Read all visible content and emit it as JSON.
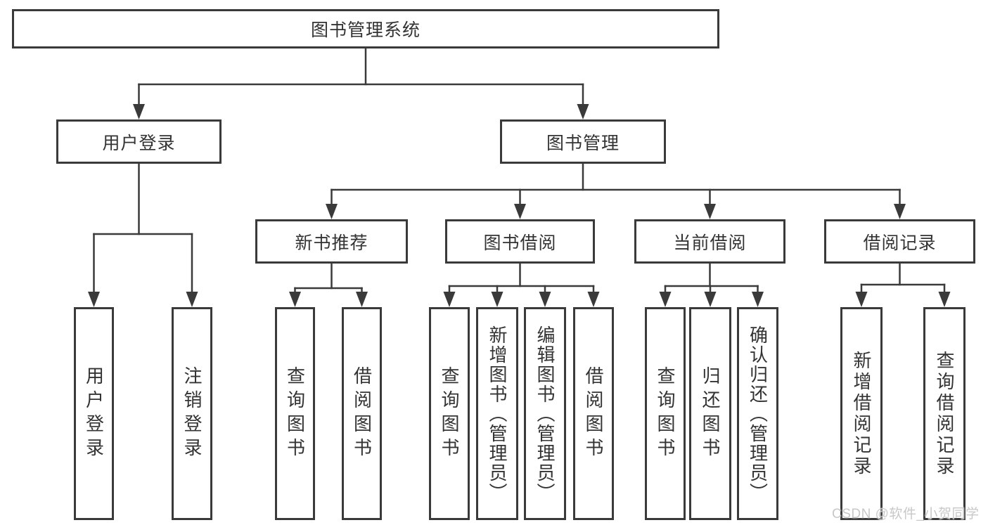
{
  "colors": {
    "line": "#3a3a3a",
    "text": "#333333",
    "background": "#ffffff",
    "watermark": "#c8c8c8"
  },
  "watermark": {
    "text": "CSDN @软件_小贺同学"
  },
  "diagram": {
    "type": "hierarchy-tree",
    "title": "图书管理系统",
    "root": {
      "id": "root",
      "label": "图书管理系统",
      "children": [
        {
          "id": "user-login",
          "label": "用户登录",
          "children": [
            {
              "id": "user-login-op",
              "label": "用户登录"
            },
            {
              "id": "logout-op",
              "label": "注销登录"
            }
          ]
        },
        {
          "id": "book-mgmt",
          "label": "图书管理",
          "children": [
            {
              "id": "new-book-rec",
              "label": "新书推荐",
              "children": [
                {
                  "id": "nb-query",
                  "label": "查询图书"
                },
                {
                  "id": "nb-borrow",
                  "label": "借阅图书"
                }
              ]
            },
            {
              "id": "book-borrow",
              "label": "图书借阅",
              "children": [
                {
                  "id": "bb-query",
                  "label": "查询图书"
                },
                {
                  "id": "bb-add",
                  "label": "新增图书（管理员）"
                },
                {
                  "id": "bb-edit",
                  "label": "编辑图书（管理员）"
                },
                {
                  "id": "bb-borrow",
                  "label": "借阅图书"
                }
              ]
            },
            {
              "id": "current-borrow",
              "label": "当前借阅",
              "children": [
                {
                  "id": "cb-query",
                  "label": "查询图书"
                },
                {
                  "id": "cb-return",
                  "label": "归还图书"
                },
                {
                  "id": "cb-confirm",
                  "label": "确认归还（管理员）"
                }
              ]
            },
            {
              "id": "borrow-records",
              "label": "借阅记录",
              "children": [
                {
                  "id": "br-add",
                  "label": "新增借阅记录"
                },
                {
                  "id": "br-query",
                  "label": "查询借阅记录"
                }
              ]
            }
          ]
        }
      ]
    }
  }
}
